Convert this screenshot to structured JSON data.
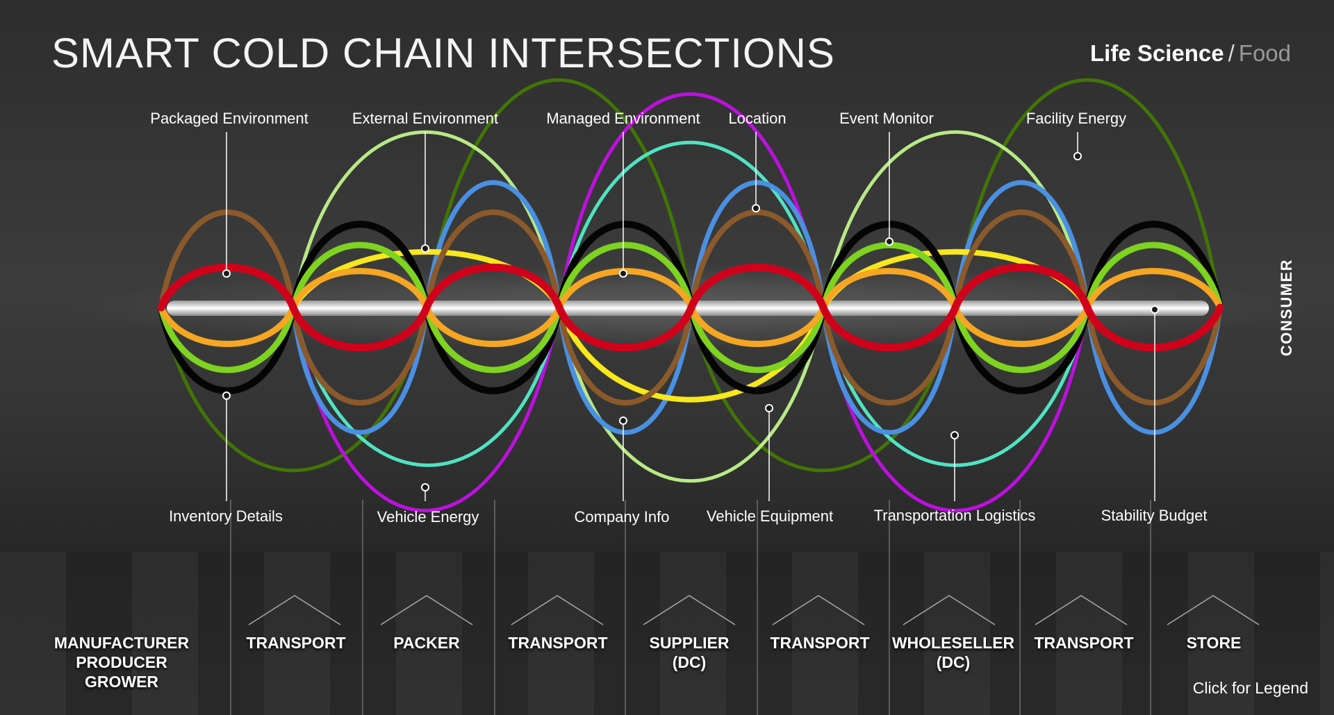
{
  "title": "SMART COLD CHAIN INTERSECTIONS",
  "mode_toggle": {
    "active": "Life Science",
    "separator": "/",
    "inactive": "Food"
  },
  "consumer_label": "CONSUMER",
  "legend_link": "Click for Legend",
  "top_labels": [
    "Packaged Environment",
    "External Environment",
    "Managed Environment",
    "Location",
    "Event Monitor",
    "Facility Energy"
  ],
  "bottom_labels": [
    "Inventory Details",
    "Vehicle Energy",
    "Company Info",
    "Vehicle Equipment",
    "Transportation Logistics",
    "Stability Budget"
  ],
  "stages": [
    "MANUFACTURER\nPRODUCER\nGROWER",
    "TRANSPORT",
    "PACKER",
    "TRANSPORT",
    "SUPPLIER\n(DC)",
    "TRANSPORT",
    "WHOLESELLER\n(DC)",
    "TRANSPORT",
    "STORE"
  ],
  "colors": {
    "red": "#d0021b",
    "black": "#050505",
    "brown": "#8b5a2b",
    "lime": "#7ed321",
    "orange": "#f5a623",
    "yellow": "#f8e71c",
    "light_green": "#b8e986",
    "dark_green": "#417505",
    "blue": "#4a90e2",
    "teal": "#50e3c2",
    "purple": "#bd10e0"
  }
}
